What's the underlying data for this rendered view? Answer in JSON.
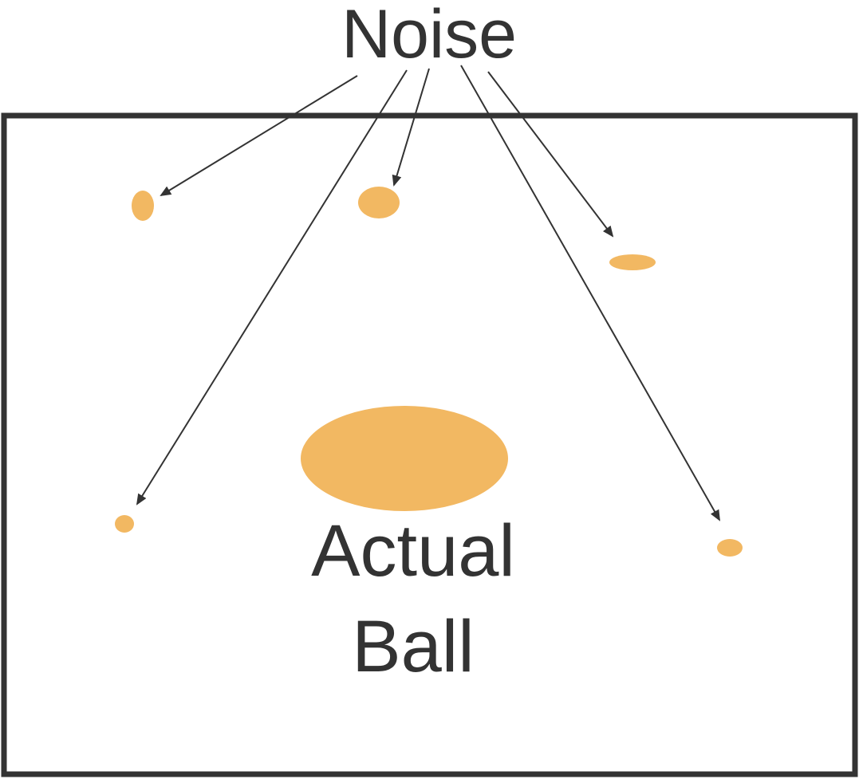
{
  "labels": {
    "noise": "Noise",
    "ball_line1": "Actual",
    "ball_line2": "Ball"
  },
  "colors": {
    "blob": "#F2B862",
    "ink": "#333333",
    "background": "#FFFFFF"
  }
}
